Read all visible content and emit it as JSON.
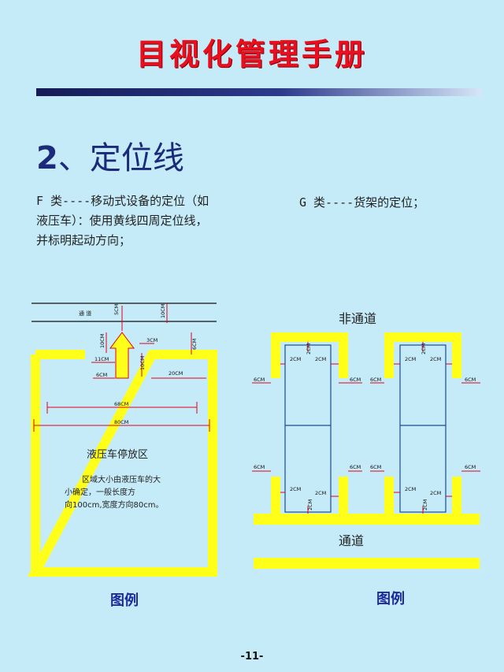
{
  "header": {
    "title": "目视化管理手册"
  },
  "section": {
    "number": "2",
    "separator": "、",
    "heading": "定位线"
  },
  "descriptions": {
    "f_type": [
      "F 类----移动式设备的定位（如",
      "液压车）：使用黄线四周定位线，",
      "并标明起动方向；"
    ],
    "g_type": "G 类----货架的定位；"
  },
  "left_diagram": {
    "road_label": "通  道",
    "dims": {
      "d5": "5CM",
      "d10_right": "10CM",
      "d10_arrow": "10CM",
      "d3": "3CM",
      "d6_top": "6CM",
      "d11": "11CM",
      "d10_mid": "10CM",
      "d6_bottom": "6CM",
      "d20": "20CM",
      "d68": "68CM",
      "d80": "80CM"
    },
    "area_title": "液压车停放区",
    "area_text": [
      "区域大小由液压车的大",
      "小确定，一般长度方",
      "向100cm,宽度方向80cm。"
    ]
  },
  "right_diagram": {
    "non_passage": "非通道",
    "passage": "通道",
    "dim_2cm": "2CM",
    "dim_6cm": "6CM"
  },
  "legend": {
    "left": "图例",
    "right": "图例"
  },
  "footer": {
    "page": "-11-"
  },
  "colors": {
    "title_red": "#e8101e",
    "background": "#c6ebf8",
    "yellow_line": "#ffff1a",
    "dimension_red": "#e0001a",
    "legend_blue": "#1b2a9a"
  }
}
